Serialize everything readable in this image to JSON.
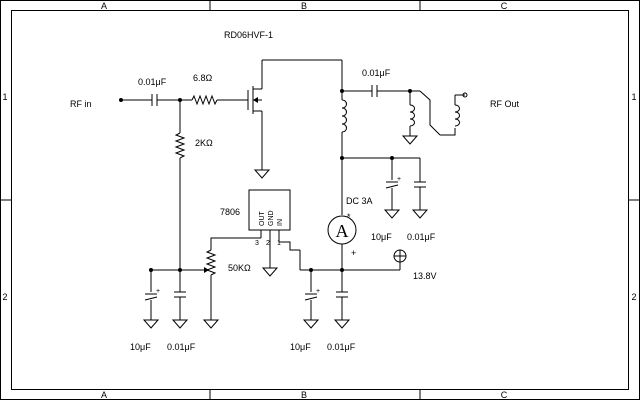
{
  "frame": {
    "columns": [
      "A",
      "B",
      "C"
    ],
    "rows": [
      "1",
      "2"
    ]
  },
  "labels": {
    "transistor": "RD06HVF-1",
    "rf_in": "RF in",
    "rf_out": "RF Out",
    "c_in": "0.01μF",
    "r_gate": "6.8Ω",
    "r_bias": "2KΩ",
    "c_out": "0.01μF",
    "regulator": "7806",
    "reg_pins": [
      "OUT",
      "GND",
      "IN"
    ],
    "reg_pin_nums": [
      "3",
      "2",
      "1"
    ],
    "pot": "50KΩ",
    "meter_label": "DC  3A",
    "meter_symbol": "A",
    "c_drain_el": "10μF",
    "c_drain": "0.01μF",
    "c_reg_el": "10μF",
    "c_reg": "0.01μF",
    "c_bias_el": "10μF",
    "c_bias": "0.01μF",
    "supply": "13.8V",
    "plus": "+",
    "star": "*"
  }
}
